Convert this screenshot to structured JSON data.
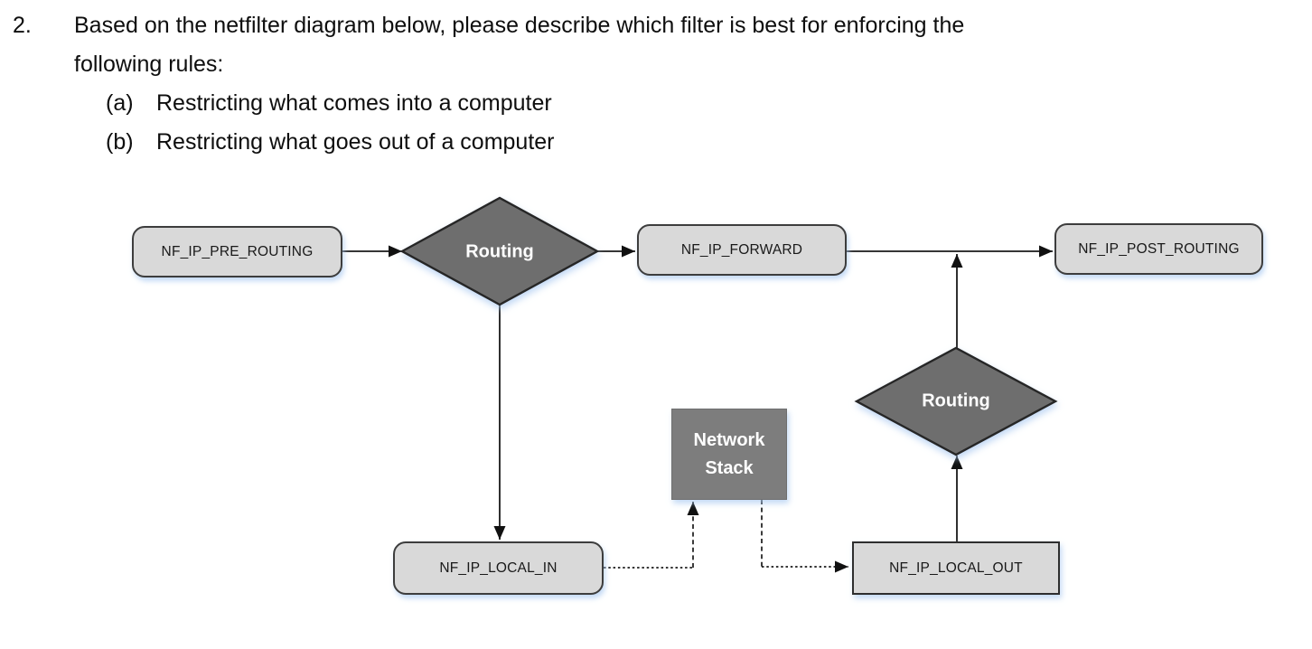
{
  "question": {
    "number": "2.",
    "line1": "Based on the netfilter diagram below, please describe which filter is best for enforcing the",
    "line2": "following rules:",
    "items": [
      {
        "label": "(a)",
        "text": "Restricting what comes into a computer"
      },
      {
        "label": "(b)",
        "text": "Restricting what goes out of a computer"
      }
    ]
  },
  "diagram": {
    "nodes": {
      "pre_routing": "NF_IP_PRE_ROUTING",
      "routing1": "Routing",
      "forward": "NF_IP_FORWARD",
      "post_routing": "NF_IP_POST_ROUTING",
      "routing2": "Routing",
      "network_stack": "Network Stack",
      "local_in": "NF_IP_LOCAL_IN",
      "local_out": "NF_IP_LOCAL_OUT"
    },
    "edges": [
      {
        "from": "NF_IP_PRE_ROUTING",
        "to": "Routing (1)",
        "style": "solid"
      },
      {
        "from": "Routing (1)",
        "to": "NF_IP_FORWARD",
        "style": "solid"
      },
      {
        "from": "NF_IP_FORWARD",
        "to": "NF_IP_POST_ROUTING",
        "style": "solid"
      },
      {
        "from": "Routing (1)",
        "to": "NF_IP_LOCAL_IN",
        "style": "solid"
      },
      {
        "from": "NF_IP_LOCAL_IN",
        "to": "Network Stack",
        "style": "dotted"
      },
      {
        "from": "Network Stack",
        "to": "NF_IP_LOCAL_OUT",
        "style": "dotted"
      },
      {
        "from": "NF_IP_LOCAL_OUT",
        "to": "Routing (2)",
        "style": "solid"
      },
      {
        "from": "Routing (2)",
        "to": "NF_IP_POST_ROUTING",
        "style": "solid"
      }
    ],
    "colors": {
      "box_fill": "#d9d9d9",
      "box_border": "#3d3d3d",
      "diamond_fill": "#6e6e6e",
      "diamond_border": "#262626",
      "stack_fill": "#7d7d7d",
      "connector": "#1a1a1a",
      "glow": "#a5c6f0",
      "text_dark": "#191919",
      "text_light": "#ffffff"
    }
  }
}
